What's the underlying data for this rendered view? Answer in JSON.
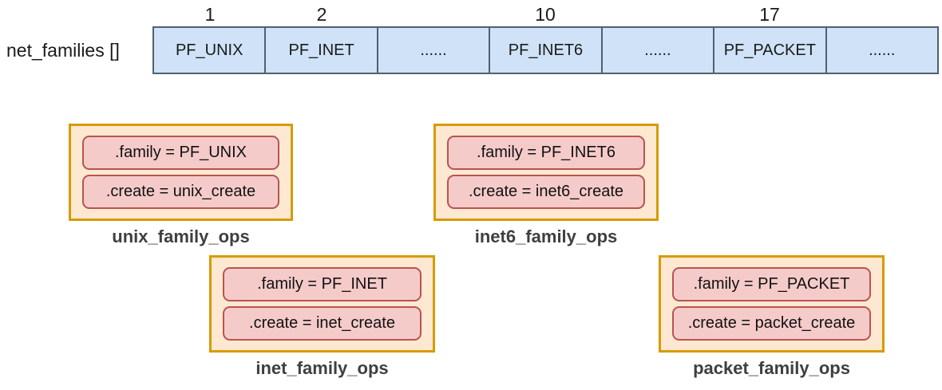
{
  "array": {
    "label": "net_families []",
    "cells": [
      {
        "label": "PF_UNIX",
        "index": "1"
      },
      {
        "label": "PF_INET",
        "index": "2"
      },
      {
        "label": "......",
        "index": ""
      },
      {
        "label": "PF_INET6",
        "index": "10"
      },
      {
        "label": "......",
        "index": ""
      },
      {
        "label": "PF_PACKET",
        "index": "17"
      },
      {
        "label": "......",
        "index": ""
      }
    ]
  },
  "structs": [
    {
      "name": "unix_family_ops",
      "fields": [
        ".family = PF_UNIX",
        ".create = unix_create"
      ]
    },
    {
      "name": "inet6_family_ops",
      "fields": [
        ".family = PF_INET6",
        ".create = inet6_create"
      ]
    },
    {
      "name": "inet_family_ops",
      "fields": [
        ".family = PF_INET",
        ".create = inet_create"
      ]
    },
    {
      "name": "packet_family_ops",
      "fields": [
        ".family = PF_PACKET",
        ".create = packet_create"
      ]
    }
  ],
  "colors": {
    "array_fill": "#cfe2f7",
    "array_stroke": "#506070",
    "struct_fill": "#ffe8d2",
    "struct_stroke": "#d79b00",
    "field_fill": "#f5cbca",
    "field_stroke": "#b85450",
    "caption_text": "#3f3f3f"
  }
}
